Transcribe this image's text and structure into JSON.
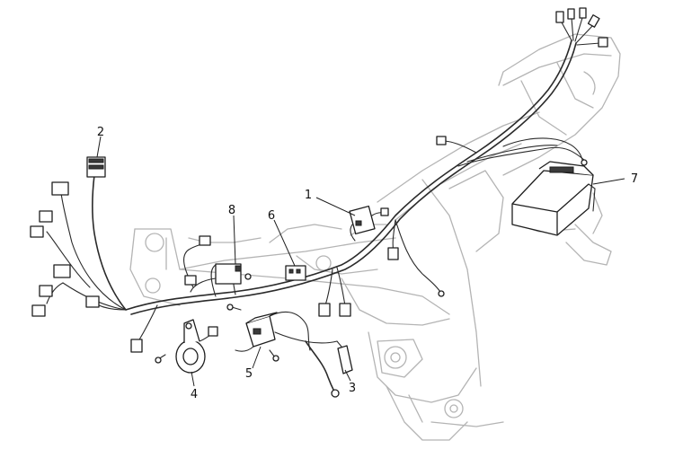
{
  "callouts": {
    "c1": "1",
    "c2": "2",
    "c3": "3",
    "c4": "4",
    "c5": "5",
    "c6": "6",
    "c7": "7",
    "c8": "8"
  },
  "colors": {
    "frame": "#b4b4b4",
    "wire": "#2a2a2a",
    "label": "#111111"
  }
}
